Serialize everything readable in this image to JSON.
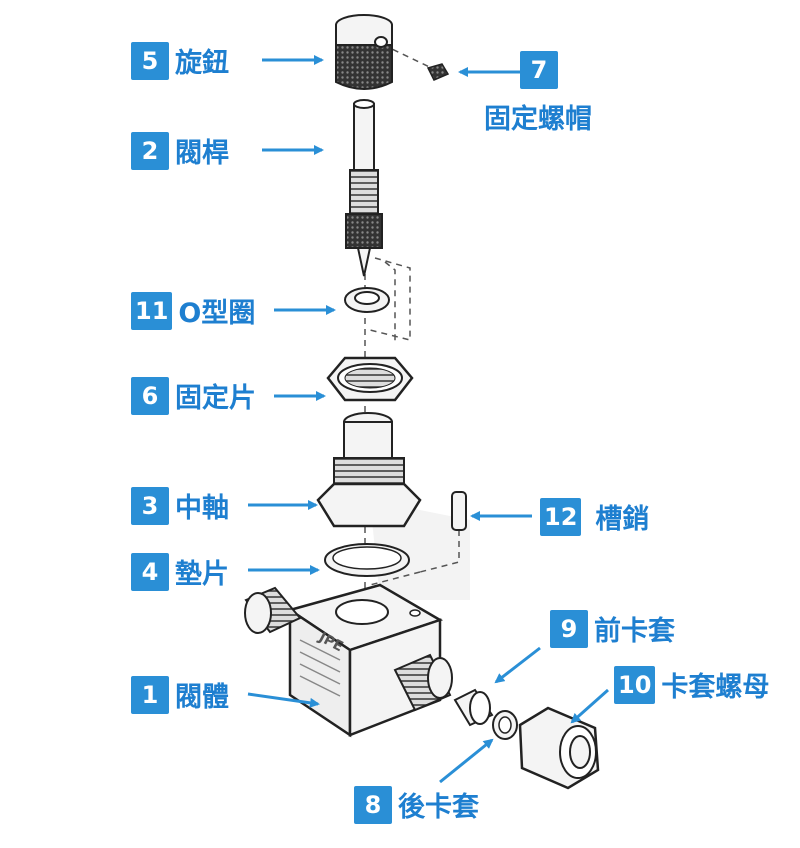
{
  "brand_mark": "JPE",
  "colors": {
    "accent": "#2a8fd6",
    "label": "#1e7fd0",
    "part_outline": "#222222",
    "part_fill": "#f4f4f4"
  },
  "callouts": [
    {
      "number": "5",
      "label": "旋鈕"
    },
    {
      "number": "7",
      "label": "固定螺帽"
    },
    {
      "number": "2",
      "label": "閥桿"
    },
    {
      "number": "11",
      "label": "O型圈"
    },
    {
      "number": "6",
      "label": "固定片"
    },
    {
      "number": "3",
      "label": "中軸"
    },
    {
      "number": "12",
      "label": "槽銷"
    },
    {
      "number": "4",
      "label": "墊片"
    },
    {
      "number": "9",
      "label": "前卡套"
    },
    {
      "number": "10",
      "label": "卡套螺母"
    },
    {
      "number": "1",
      "label": "閥體"
    },
    {
      "number": "8",
      "label": "後卡套"
    }
  ]
}
